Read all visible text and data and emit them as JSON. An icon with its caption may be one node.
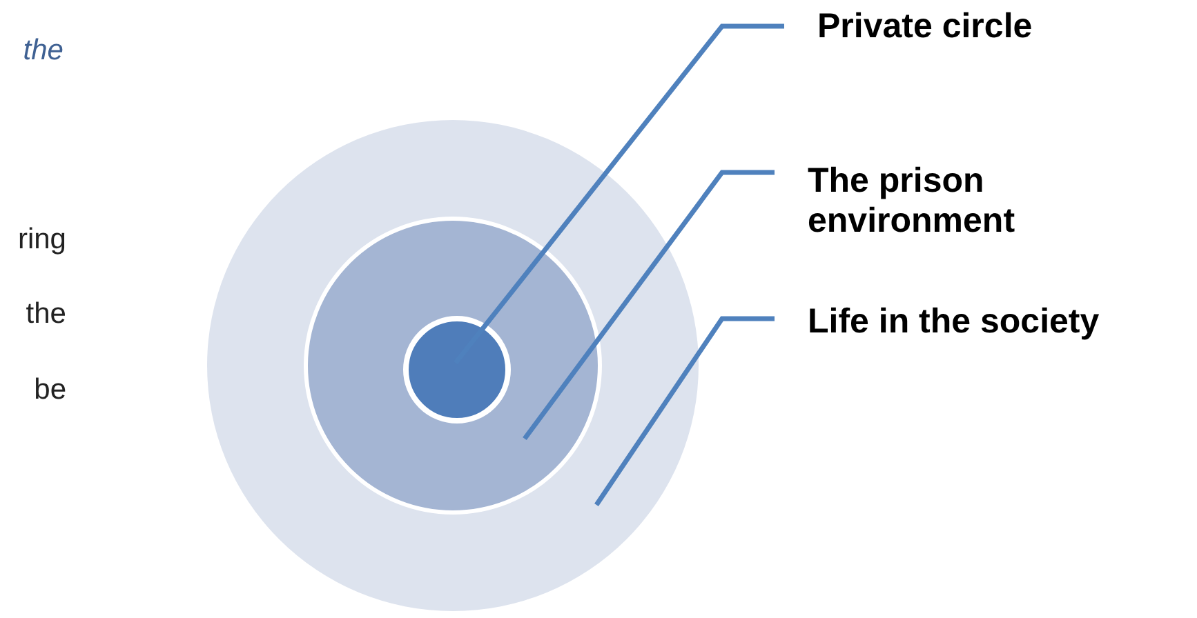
{
  "diagram": {
    "nodes": [
      {
        "text": [],
        "shape": "circle"
      },
      {
        "text": [],
        "shape": "circle",
        "in": 0
      },
      {
        "text": [],
        "shape": "circle",
        "in": 1
      },
      {
        "text": [
          "Private circle"
        ]
      },
      {
        "text": [
          "The prison environment"
        ]
      },
      {
        "text": [
          "Life in the society"
        ]
      }
    ],
    "edges": [
      {
        "from": 3,
        "to": 2,
        "arrow": "none"
      },
      {
        "from": 4,
        "to": 1,
        "arrow": "none"
      },
      {
        "from": 5,
        "to": 0,
        "arrow": "none"
      }
    ],
    "labels": [
      "the",
      "ring",
      "the",
      "be"
    ]
  }
}
